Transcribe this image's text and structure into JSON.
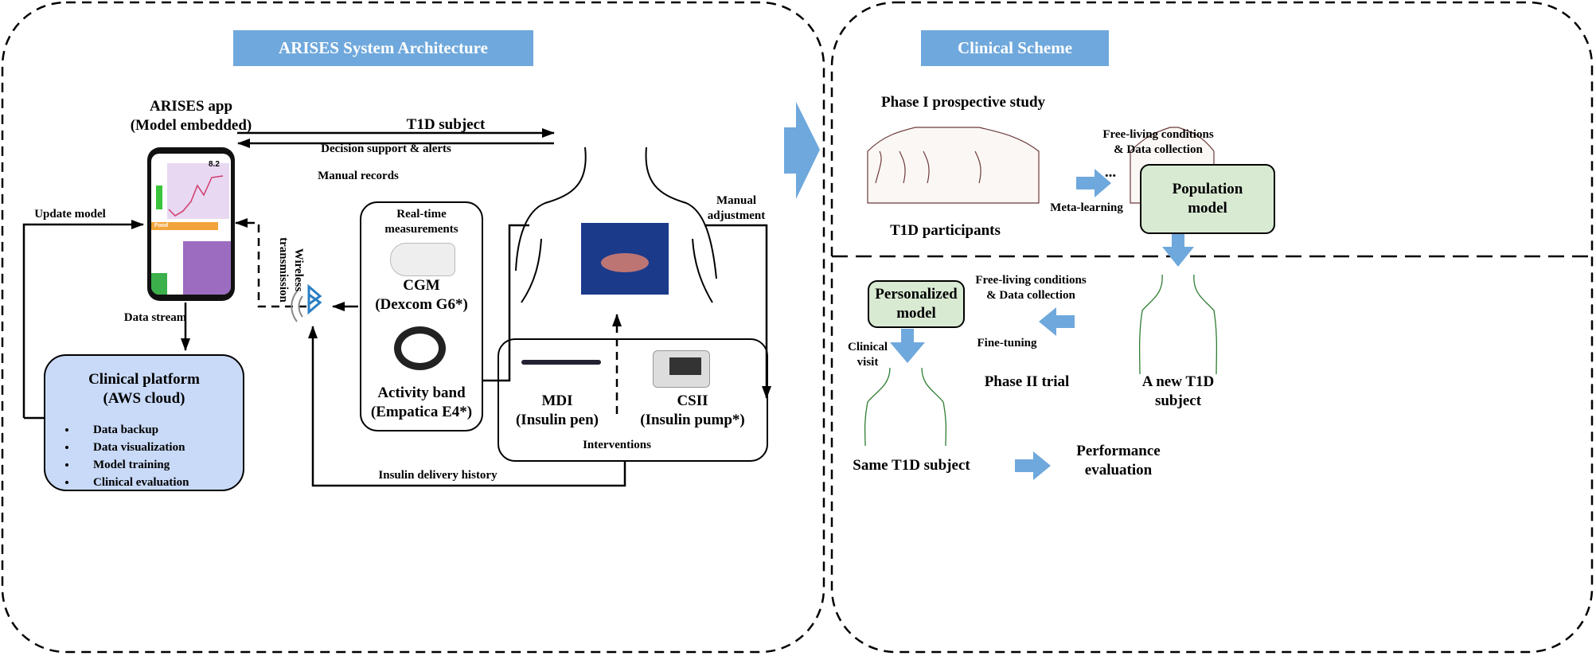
{
  "left": {
    "title": "ARISES System Architecture",
    "app_label": [
      "ARISES app",
      "(Model embedded)"
    ],
    "t1d_subject": "T1D subject",
    "decision_support": "Decision support & alerts",
    "manual_records": "Manual records",
    "update_model": "Update model",
    "data_stream": "Data stream",
    "wireless": [
      "Wireless",
      "transmission"
    ],
    "manual_adjustment": [
      "Manual",
      "adjustment"
    ],
    "realtime": [
      "Real-time",
      "measurements"
    ],
    "cgm": [
      "CGM",
      "(Dexcom G6*)"
    ],
    "band": [
      "Activity band",
      "(Empatica E4*)"
    ],
    "mdi": [
      "MDI",
      "(Insulin pen)"
    ],
    "csii": [
      "CSII",
      "(Insulin pump*)"
    ],
    "interventions": "Interventions",
    "insulin_history": "Insulin delivery history",
    "platform": {
      "title": [
        "Clinical platform",
        "(AWS cloud)"
      ],
      "items": [
        "Data backup",
        "Data visualization",
        "Model training",
        "Clinical evaluation"
      ]
    },
    "phone": {
      "glucose": "8.2",
      "food": "Food"
    }
  },
  "right": {
    "title": "Clinical Scheme",
    "phase1": "Phase I prospective study",
    "free_living_1": [
      "Free-living conditions",
      "& Data collection"
    ],
    "ellipsis": "...",
    "meta_learning": "Meta-learning",
    "population_model": [
      "Population",
      "model"
    ],
    "participants": "T1D participants",
    "new_subject": [
      "A new T1D",
      "subject"
    ],
    "personalized_model": [
      "Personalized",
      "model"
    ],
    "free_living_2": [
      "Free-living conditions",
      "& Data collection"
    ],
    "fine_tuning": "Fine-tuning",
    "clinical_visit": [
      "Clinical",
      "visit"
    ],
    "phase2": "Phase II trial",
    "same_subject": "Same T1D subject",
    "performance": [
      "Performance",
      "evaluation"
    ]
  },
  "colors": {
    "title_bg": "#6fa8dc",
    "arrow": "#6fa8dc",
    "platform_bg": "#c9daf8",
    "model_bg": "#d9ead3"
  }
}
